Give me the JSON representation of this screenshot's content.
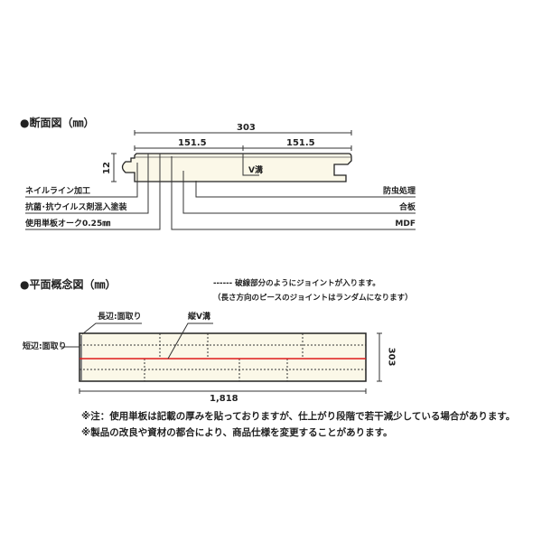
{
  "section": {
    "title": "●断面図（㎜）",
    "dim_total": "303",
    "dim_half_left": "151.5",
    "dim_half_right": "151.5",
    "dim_thickness": "12",
    "v_groove": "V溝",
    "labels_left": [
      "ネイルライン加工",
      "抗菌･抗ウイルス剤混入塗装",
      "使用単板オーク0.25㎜"
    ],
    "labels_right": [
      "防虫処理",
      "合板",
      "MDF"
    ]
  },
  "plan": {
    "title": "●平面概念図（㎜）",
    "note_line1": "------ 破線部分のようにジョイントが入ります。",
    "note_line2": "（長さ方向のピースのジョイントはランダムになります）",
    "long_edge": "長辺:面取り",
    "vertical_groove": "縦V溝",
    "short_edge": "短辺:面取り",
    "dim_width": "303",
    "dim_length": "1,818",
    "colors": {
      "board": "#fbf8e8",
      "groove": "#e01a1a"
    }
  },
  "notes": [
    "※注：使用単板は記載の厚みを貼っておりますが、仕上がり段階で若干減少している場合があります。",
    "※製品の改良や資材の都合により、商品仕様を変更することがあります。"
  ]
}
